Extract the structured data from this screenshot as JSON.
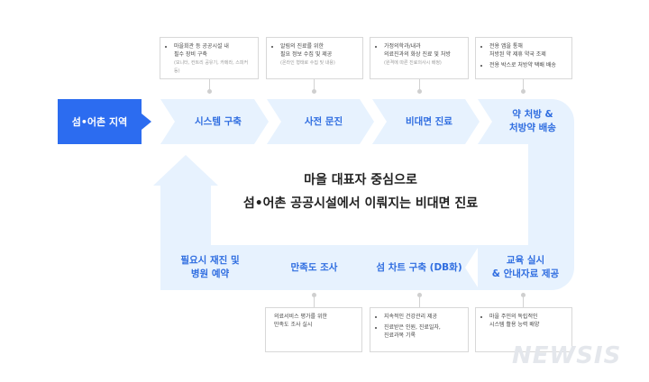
{
  "start_label": "섬•어촌 지역",
  "center_title_line1": "마을 대표자 중심으로",
  "center_title_line2": "섬•어촌 공공시설에서 이뤄지는 비대면 진료",
  "colors": {
    "flow_fill": "#e7f2fe",
    "flow_text": "#2f6de0",
    "start_fill": "#2c6cf0"
  },
  "top_steps": [
    {
      "label": "시스템 구축"
    },
    {
      "label": "사전 문진"
    },
    {
      "label": "비대면 진료"
    },
    {
      "label": "약 처방 &\n처방약 배송"
    }
  ],
  "bottom_steps": [
    {
      "label": "필요시 재진 및\n병원 예약"
    },
    {
      "label": "만족도 조사"
    },
    {
      "label": "섬 차트 구축 (DB화)"
    },
    {
      "label": "교육 실시\n& 안내자료 제공"
    }
  ],
  "top_notes": [
    {
      "items": [
        {
          "text": "마을회관 등 공공시설 내\n필수 장비 구축",
          "sub": "(모니터, 컨트리 공유기, 카메라, 스피커 등)"
        }
      ]
    },
    {
      "items": [
        {
          "text": "알림의 진료를 위한\n필요 정보 수집 및 제공",
          "sub": "(온라인 형태로 수집 및 내용)"
        }
      ]
    },
    {
      "items": [
        {
          "text": "가정의학과/내과\n의료진과의 화상 진료 및 처방",
          "sub": "(원격에 따른 진료의사시 배정)"
        }
      ]
    },
    {
      "items": [
        {
          "text": "전용 앱을 통해\n처방된 약 제휴 약국 조제"
        },
        {
          "text": "전용 박스로 처방약 택배 배송"
        }
      ]
    }
  ],
  "bottom_notes": [
    {
      "items": [
        {
          "text": "의료서비스 평가를 위한\n만족도 조사 실시"
        }
      ]
    },
    {
      "items": [
        {
          "text": "지속적인 건강관리 제공"
        },
        {
          "text": "진료받은 인원, 진료일자,\n진료과목 기록"
        }
      ]
    },
    {
      "items": [
        {
          "text": "마을 주민의 독립적인\n시스템 활용 능력 배양"
        }
      ]
    }
  ],
  "watermark": "NEWSIS"
}
